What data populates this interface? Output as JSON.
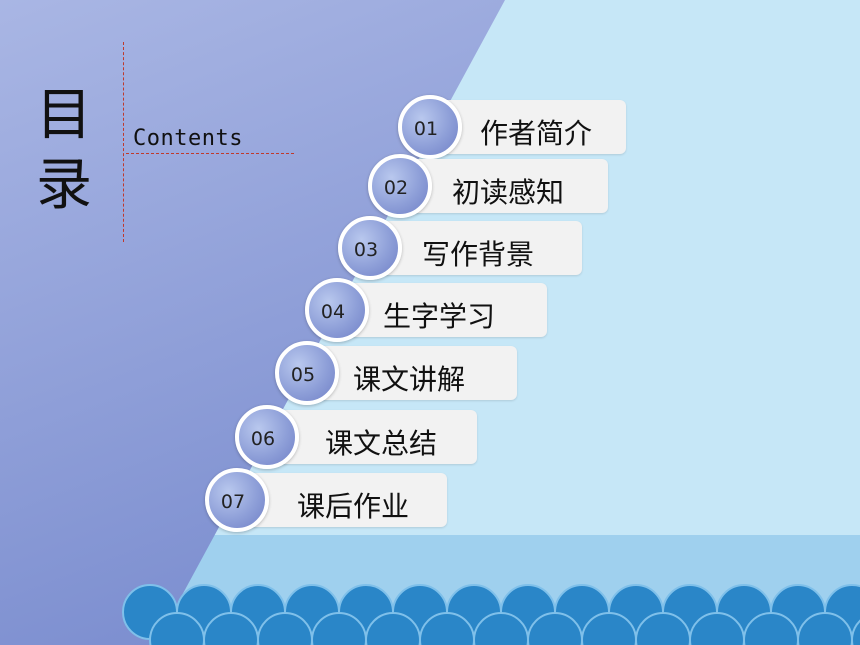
{
  "title": "目录",
  "title_chars": [
    "目",
    "录"
  ],
  "subtitle": "Contents",
  "menu": [
    {
      "num": "01",
      "label": "作者简介"
    },
    {
      "num": "02",
      "label": "初读感知"
    },
    {
      "num": "03",
      "label": "写作背景"
    },
    {
      "num": "04",
      "label": "生字学习"
    },
    {
      "num": "05",
      "label": "课文讲解"
    },
    {
      "num": "06",
      "label": "课文总结"
    },
    {
      "num": "07",
      "label": "课后作业"
    }
  ],
  "colors": {
    "background": "#c6e7f7",
    "panel": "#8e9fd8",
    "pill": "#f2f2f2",
    "wave": "#2a86c8",
    "band": "#9fd0ee",
    "guide_lines": "#c0392b"
  }
}
